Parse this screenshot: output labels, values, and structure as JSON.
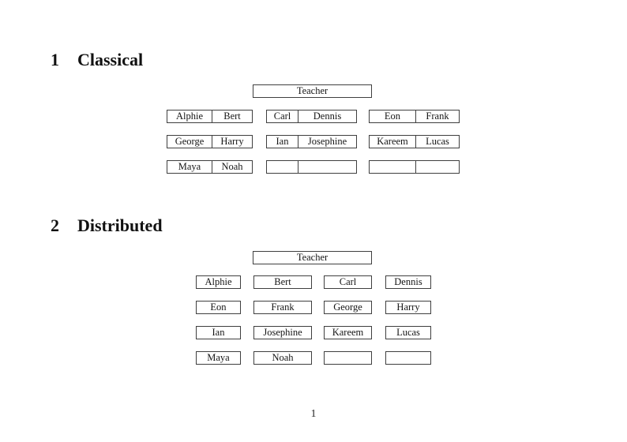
{
  "document": {
    "page_number": "1"
  },
  "sections": {
    "classical": {
      "number": "1",
      "title": "Classical"
    },
    "distributed": {
      "number": "2",
      "title": "Distributed"
    }
  },
  "classical": {
    "teacher_label": "Teacher",
    "desks": [
      {
        "left": "Alphie",
        "right": "Bert"
      },
      {
        "left": "Carl",
        "right": "Dennis"
      },
      {
        "left": "Eon",
        "right": "Frank"
      },
      {
        "left": "George",
        "right": "Harry"
      },
      {
        "left": "Ian",
        "right": "Josephine"
      },
      {
        "left": "Kareem",
        "right": "Lucas"
      },
      {
        "left": "Maya",
        "right": "Noah"
      },
      {
        "left": "",
        "right": ""
      },
      {
        "left": "",
        "right": ""
      }
    ]
  },
  "distributed": {
    "teacher_label": "Teacher",
    "seats": [
      "Alphie",
      "Bert",
      "Carl",
      "Dennis",
      "Eon",
      "Frank",
      "George",
      "Harry",
      "Ian",
      "Josephine",
      "Kareem",
      "Lucas",
      "Maya",
      "Noah",
      "",
      ""
    ]
  }
}
